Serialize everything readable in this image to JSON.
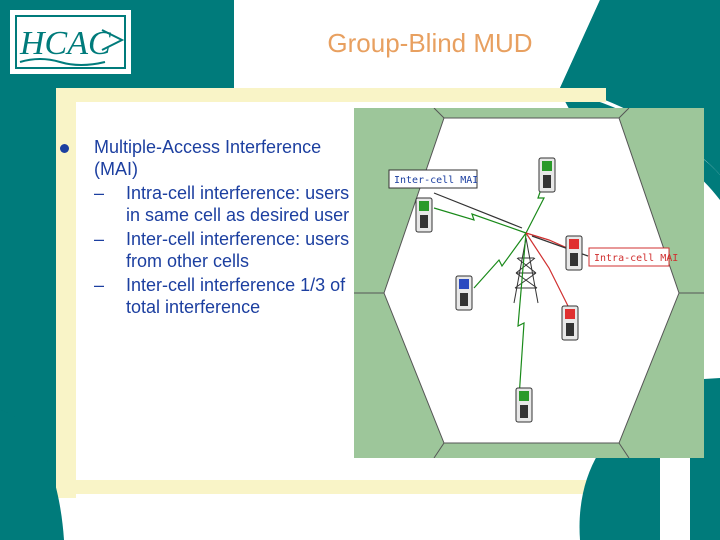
{
  "slide": {
    "title": "Group-Blind MUD",
    "logo_text": "HCAC",
    "bullet": "Multiple-Access Interference (MAI)",
    "subbullets": [
      "Intra-cell interference: users in same cell as desired user",
      "Inter-cell interference: users from other cells",
      "Inter-cell interference 1/3 of total interference"
    ]
  },
  "figure": {
    "inter_label": "Inter-cell MAI",
    "intra_label": "Intra-cell MAI",
    "colors": {
      "cell_bg": "#9dc69a",
      "hex_fill": "#ffffff",
      "teal": "#007b7b",
      "yellow": "#f9f4c7"
    }
  }
}
